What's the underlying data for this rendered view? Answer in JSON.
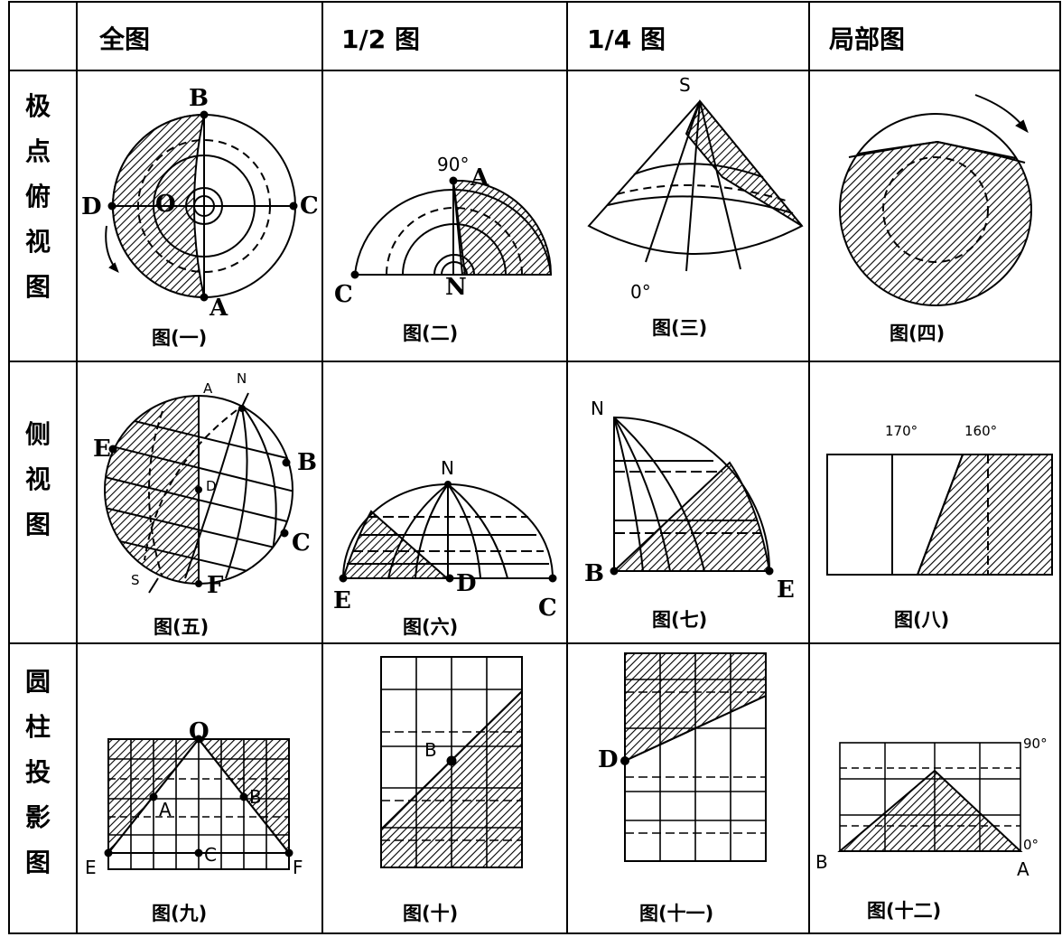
{
  "headers": [
    "全图",
    "1/2 图",
    "1/4 图",
    "局部图"
  ],
  "row_labels": [
    "极点俯视图",
    "侧视图",
    "圆柱投影图"
  ],
  "captions": [
    "图(一)",
    "图(二)",
    "图(三)",
    "图(四)",
    "图(五)",
    "图(六)",
    "图(七)",
    "图(八)",
    "图(九)",
    "图(十)",
    "图(十一)",
    "图(十二)"
  ],
  "fig1": {
    "B": "B",
    "O": "O",
    "D": "D",
    "C": "C",
    "A": "A"
  },
  "fig2": {
    "deg": "90°",
    "A": "A",
    "C": "C",
    "N": "N"
  },
  "fig3": {
    "S": "S",
    "deg": "0°"
  },
  "fig5": {
    "A": "A",
    "N": "N",
    "E": "E",
    "B": "B",
    "D": "D",
    "C": "C",
    "S": "S",
    "F": "F"
  },
  "fig6": {
    "N": "N",
    "E": "E",
    "D": "D",
    "C": "C"
  },
  "fig7": {
    "N": "N",
    "B": "B",
    "E": "E"
  },
  "fig8": {
    "l1": "170°",
    "l2": "160°"
  },
  "fig9": {
    "O": "O",
    "A": "A",
    "B": "B",
    "C": "C",
    "E": "E",
    "F": "F"
  },
  "fig10": {
    "B": "B"
  },
  "fig11": {
    "D": "D"
  },
  "fig12": {
    "top": "90°",
    "bottom": "0°",
    "B": "B",
    "A": "A"
  }
}
